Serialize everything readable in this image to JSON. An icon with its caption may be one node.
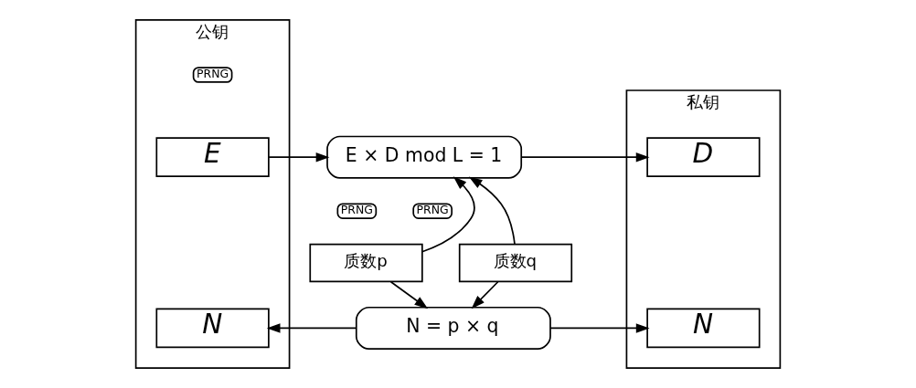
{
  "diagram": {
    "nodes": [
      {
        "text": [
          "公钥"
        ]
      },
      {
        "text": [
          "PRNG"
        ],
        "in": 0
      },
      {
        "text": [
          "E"
        ],
        "in": 0
      },
      {
        "text": [
          "N"
        ],
        "in": 0
      },
      {
        "text": [
          "私钥"
        ]
      },
      {
        "text": [
          "D"
        ],
        "in": 4
      },
      {
        "text": [
          "N"
        ],
        "in": 4
      },
      {
        "text": [
          "E × D mod L = 1"
        ]
      },
      {
        "text": [
          "PRNG"
        ]
      },
      {
        "text": [
          "质数p"
        ]
      },
      {
        "text": [
          "PRNG"
        ]
      },
      {
        "text": [
          "质数q"
        ]
      },
      {
        "text": [
          "N = p × q"
        ]
      }
    ],
    "edges": [
      {
        "from": 2,
        "to": 7,
        "arrow": "to"
      },
      {
        "from": 7,
        "to": 5,
        "arrow": "to"
      },
      {
        "from": 9,
        "to": 7,
        "arrow": "to"
      },
      {
        "from": 11,
        "to": 7,
        "arrow": "to"
      },
      {
        "from": 9,
        "to": 12,
        "arrow": "to"
      },
      {
        "from": 11,
        "to": 12,
        "arrow": "to"
      },
      {
        "from": 12,
        "to": 3,
        "arrow": "to"
      },
      {
        "from": 12,
        "to": 6,
        "arrow": "to"
      }
    ]
  }
}
